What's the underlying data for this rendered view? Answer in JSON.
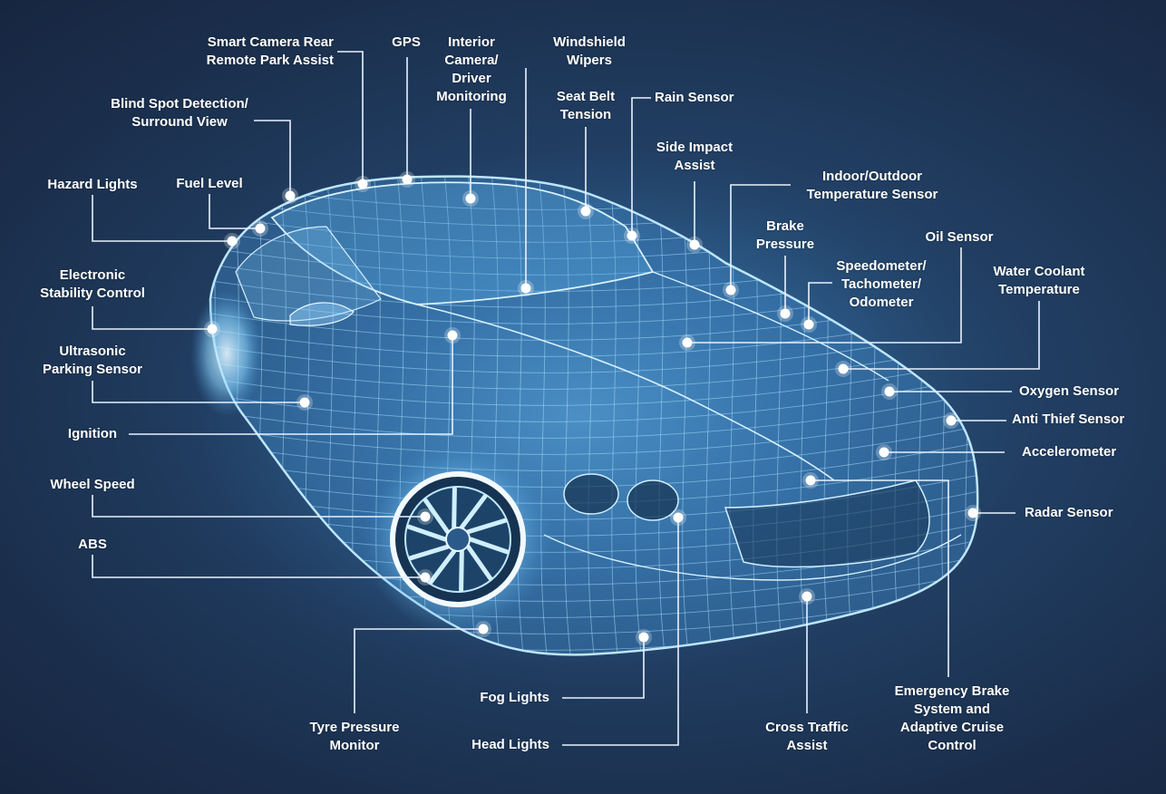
{
  "colors": {
    "background": "#1e3454",
    "line": "#e8f2ff",
    "dot": "#ffffff",
    "wire": "#8fd4ff",
    "glow": "#6cc6ff"
  },
  "labels": {
    "smart_camera": [
      "Smart Camera Rear",
      "Remote Park Assist"
    ],
    "gps": [
      "GPS"
    ],
    "interior_camera": [
      "Interior",
      "Camera/",
      "Driver",
      "Monitoring"
    ],
    "windshield_wipers": [
      "Windshield",
      "Wipers"
    ],
    "seat_belt": [
      "Seat Belt",
      "Tension"
    ],
    "rain_sensor": [
      "Rain Sensor"
    ],
    "blind_spot": [
      "Blind Spot Detection/",
      "Surround View"
    ],
    "side_impact": [
      "Side Impact",
      "Assist"
    ],
    "indoor_outdoor": [
      "Indoor/Outdoor",
      "Temperature Sensor"
    ],
    "hazard_lights": [
      "Hazard Lights"
    ],
    "fuel_level": [
      "Fuel Level"
    ],
    "brake_pressure": [
      "Brake",
      "Pressure"
    ],
    "oil_sensor": [
      "Oil Sensor"
    ],
    "speedometer": [
      "Speedometer/",
      "Tachometer/",
      "Odometer"
    ],
    "water_coolant": [
      "Water Coolant",
      "Temperature"
    ],
    "esc": [
      "Electronic",
      "Stability Control"
    ],
    "ultrasonic": [
      "Ultrasonic",
      "Parking Sensor"
    ],
    "oxygen": [
      "Oxygen Sensor"
    ],
    "anti_thief": [
      "Anti Thief Sensor"
    ],
    "ignition": [
      "Ignition"
    ],
    "accelerometer": [
      "Accelerometer"
    ],
    "wheel_speed": [
      "Wheel Speed"
    ],
    "radar": [
      "Radar Sensor"
    ],
    "abs": [
      "ABS"
    ],
    "emergency_brake": [
      "Emergency Brake",
      "System and",
      "Adaptive Cruise",
      "Control"
    ],
    "fog_lights": [
      "Fog Lights"
    ],
    "tyre_pressure": [
      "Tyre Pressure",
      "Monitor"
    ],
    "cross_traffic": [
      "Cross Traffic",
      "Assist"
    ],
    "head_lights": [
      "Head Lights"
    ]
  }
}
